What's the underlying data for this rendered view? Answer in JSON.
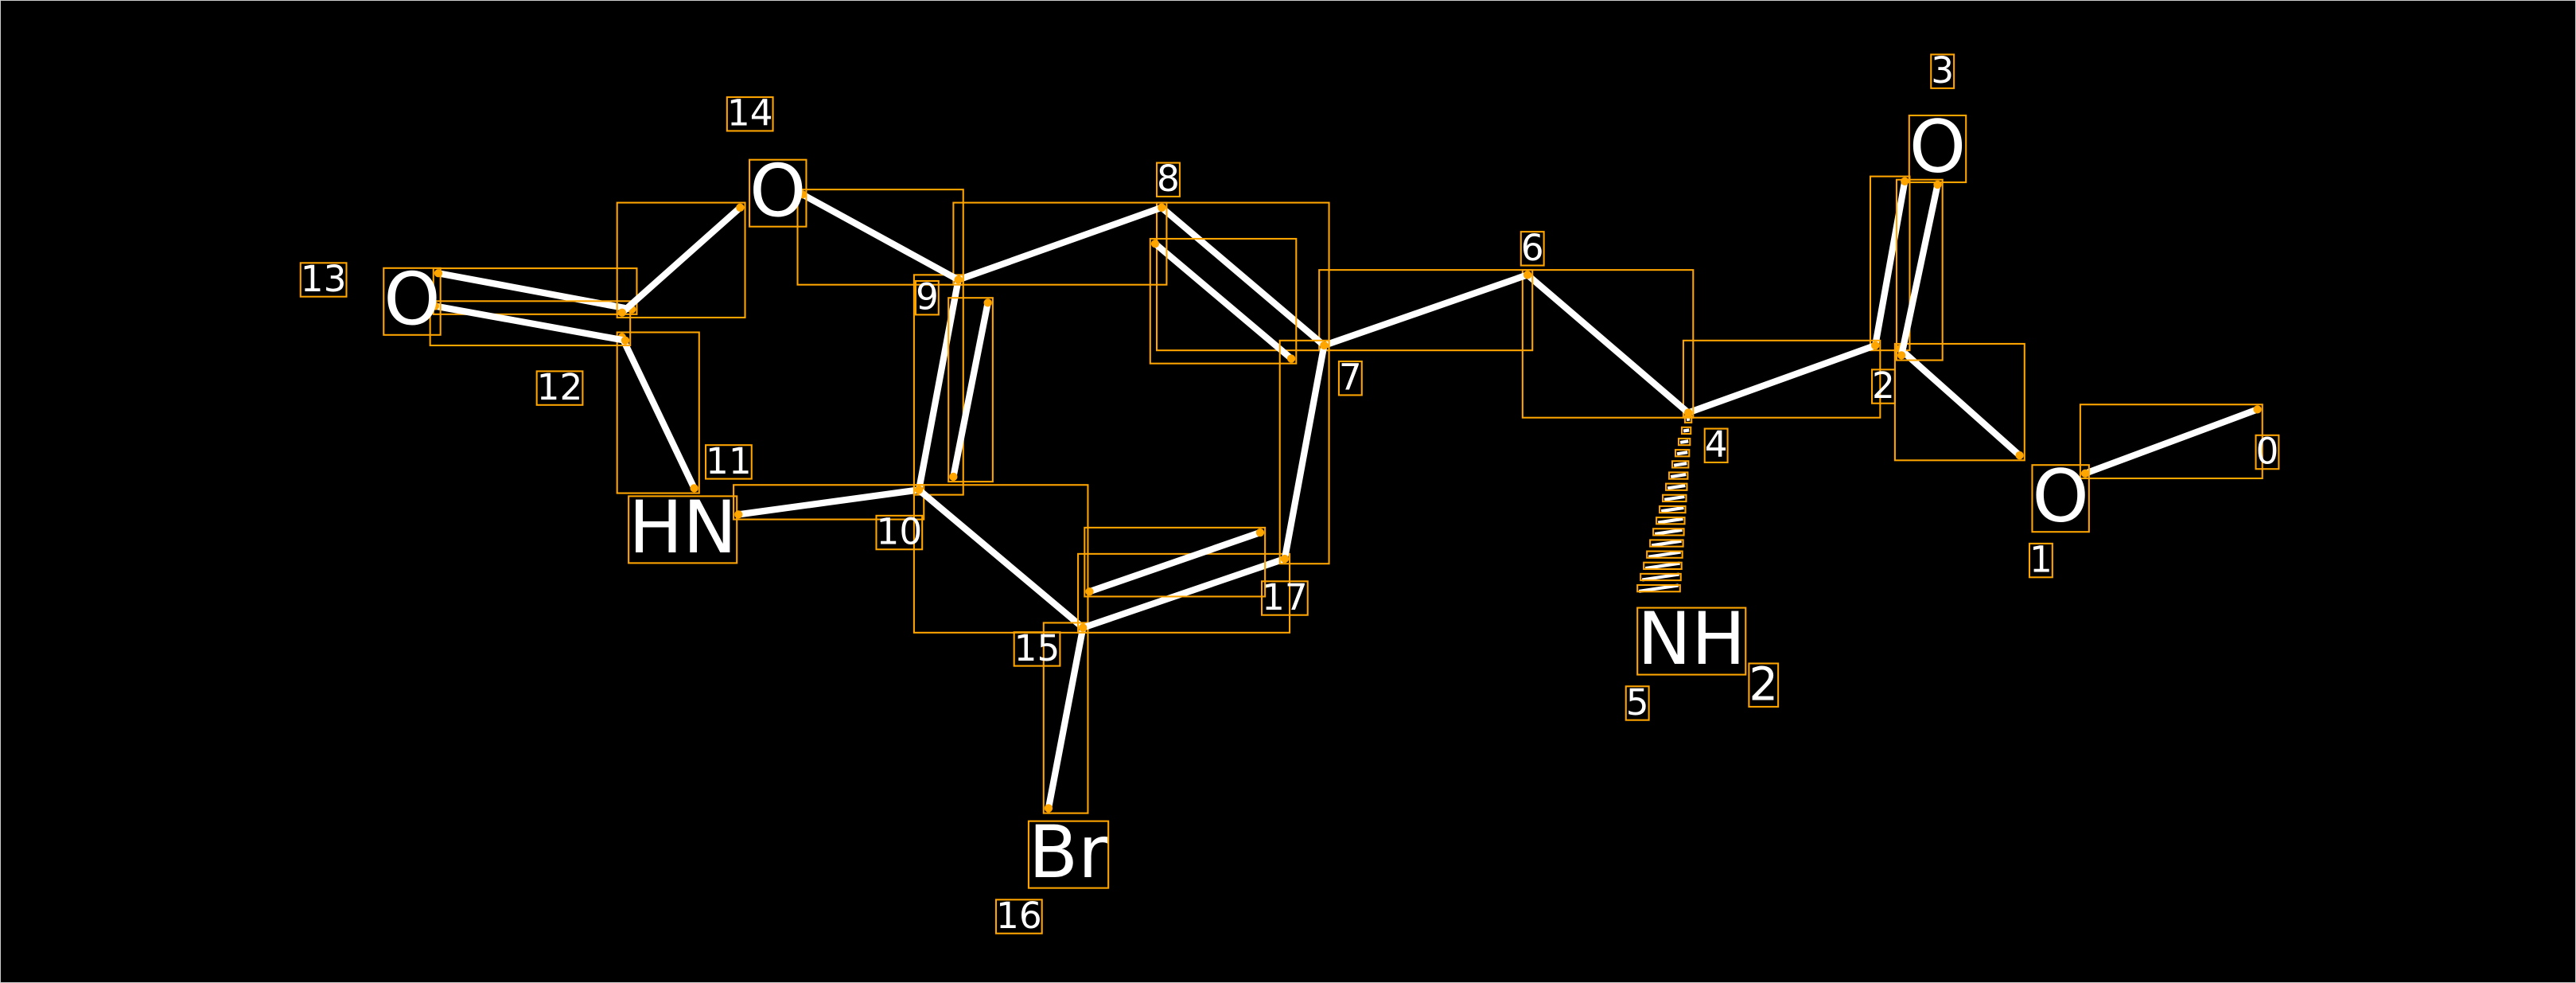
{
  "colors": {
    "background": "#000000",
    "bond": "#FFFFFF",
    "annotation": "#FFA500"
  },
  "atoms": [
    {
      "index": "0",
      "symbol": ""
    },
    {
      "index": "1",
      "symbol": "O"
    },
    {
      "index": "2",
      "symbol": ""
    },
    {
      "index": "3",
      "symbol": "O"
    },
    {
      "index": "4",
      "symbol": ""
    },
    {
      "index": "5",
      "symbol": "NH",
      "subscript": "2"
    },
    {
      "index": "6",
      "symbol": ""
    },
    {
      "index": "7",
      "symbol": ""
    },
    {
      "index": "8",
      "symbol": ""
    },
    {
      "index": "9",
      "symbol": ""
    },
    {
      "index": "10",
      "symbol": ""
    },
    {
      "index": "11",
      "symbol": "HN"
    },
    {
      "index": "12",
      "symbol": ""
    },
    {
      "index": "13",
      "symbol": "O"
    },
    {
      "index": "14",
      "symbol": "O"
    },
    {
      "index": "15",
      "symbol": ""
    },
    {
      "index": "16",
      "symbol": "Br"
    },
    {
      "index": "17",
      "symbol": ""
    }
  ],
  "bonds": [
    {
      "from": 0,
      "to": 1,
      "order": 1
    },
    {
      "from": 1,
      "to": 2,
      "order": 1
    },
    {
      "from": 2,
      "to": 3,
      "order": 2
    },
    {
      "from": 2,
      "to": 4,
      "order": 1
    },
    {
      "from": 4,
      "to": 5,
      "order": 1,
      "stereo": "hash"
    },
    {
      "from": 4,
      "to": 6,
      "order": 1
    },
    {
      "from": 6,
      "to": 7,
      "order": 1
    },
    {
      "from": 7,
      "to": 8,
      "order": 2
    },
    {
      "from": 8,
      "to": 9,
      "order": 1
    },
    {
      "from": 9,
      "to": 10,
      "order": 2
    },
    {
      "from": 10,
      "to": 11,
      "order": 1
    },
    {
      "from": 11,
      "to": 12,
      "order": 1
    },
    {
      "from": 12,
      "to": 13,
      "order": 2
    },
    {
      "from": 12,
      "to": 14,
      "order": 1
    },
    {
      "from": 14,
      "to": 9,
      "order": 1
    },
    {
      "from": 10,
      "to": 15,
      "order": 1
    },
    {
      "from": 15,
      "to": 16,
      "order": 1
    },
    {
      "from": 15,
      "to": 17,
      "order": 2
    },
    {
      "from": 17,
      "to": 7,
      "order": 1
    }
  ]
}
